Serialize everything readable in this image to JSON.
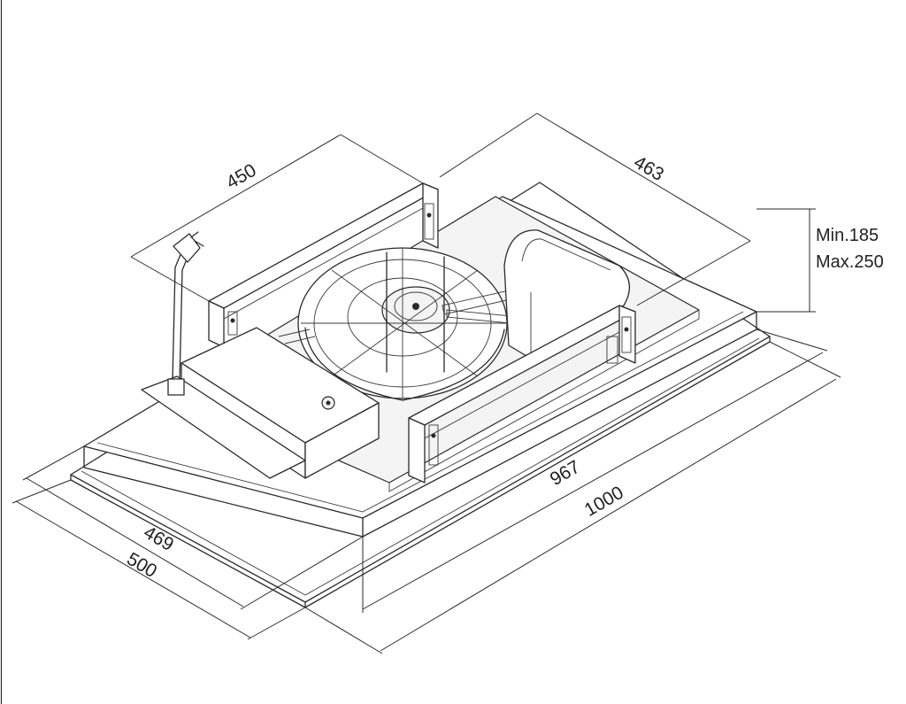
{
  "dimensions": {
    "bracket_span": "450",
    "frame_depth_top": "463",
    "inner_width": "967",
    "outer_width": "1000",
    "inner_depth": "469",
    "outer_depth": "500",
    "height_min": "Min.185",
    "height_max": "Max.250"
  }
}
